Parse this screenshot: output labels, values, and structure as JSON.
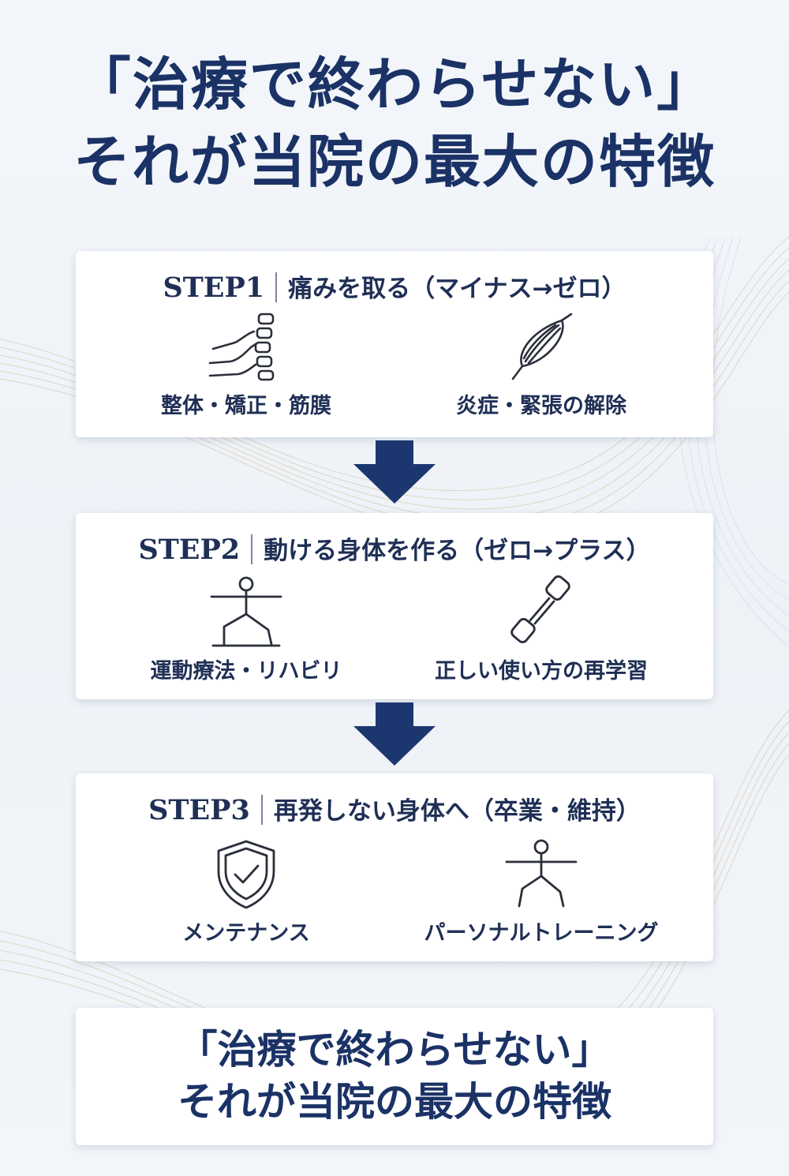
{
  "headline": {
    "line1": "「治療で終わらせない」",
    "line2": "それが当院の最大の特徴"
  },
  "steps": [
    {
      "label": "STEP1",
      "title": "痛みを取る（マイナス→ゼロ）",
      "features": [
        {
          "icon": "spine-hand-icon",
          "text": "整体・矯正・筋膜"
        },
        {
          "icon": "muscle-icon",
          "text": "炎症・緊張の解除"
        }
      ]
    },
    {
      "label": "STEP2",
      "title": "動ける身体を作る（ゼロ→プラス）",
      "features": [
        {
          "icon": "lunge-figure-icon",
          "text": "運動療法・リハビリ"
        },
        {
          "icon": "dumbbell-icon",
          "text": "正しい使い方の再学習"
        }
      ]
    },
    {
      "label": "STEP3",
      "title": "再発しない身体へ（卒業・維持）",
      "features": [
        {
          "icon": "shield-check-icon",
          "text": "メンテナンス"
        },
        {
          "icon": "training-figure-icon",
          "text": "パーソナルトレーニング"
        }
      ]
    }
  ],
  "closing": {
    "line1": "「治療で終わらせない」",
    "line2": "それが当院の最大の特徴"
  },
  "colors": {
    "navy": "#1b3266",
    "arrow": "#1c3770",
    "text": "#1f2f55",
    "gold_lines": "#c9b98f"
  }
}
